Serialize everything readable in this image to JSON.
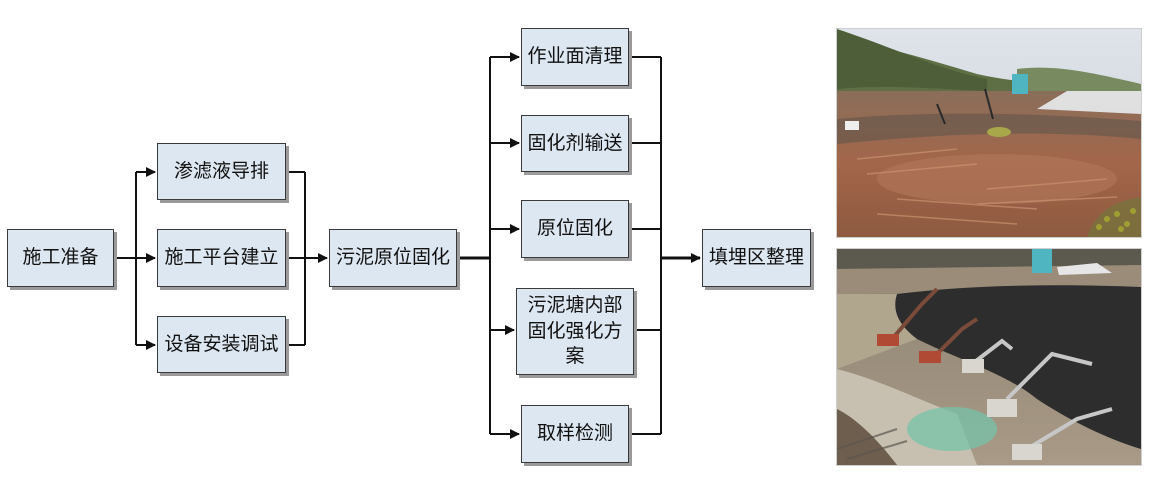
{
  "flowchart": {
    "start": "施工准备",
    "prep_steps": [
      "渗滤液导排",
      "施工平台建立",
      "设备安装调试"
    ],
    "core": "污泥原位固化",
    "main_steps": [
      "作业面清理",
      "固化剂输送",
      "原位固化",
      "污泥塘内部固化强化方案",
      "取样检测"
    ],
    "end": "填埋区整理"
  },
  "photos": {
    "top": "site-photo-graded-pond-icon",
    "bottom": "site-photo-excavators-icon"
  }
}
